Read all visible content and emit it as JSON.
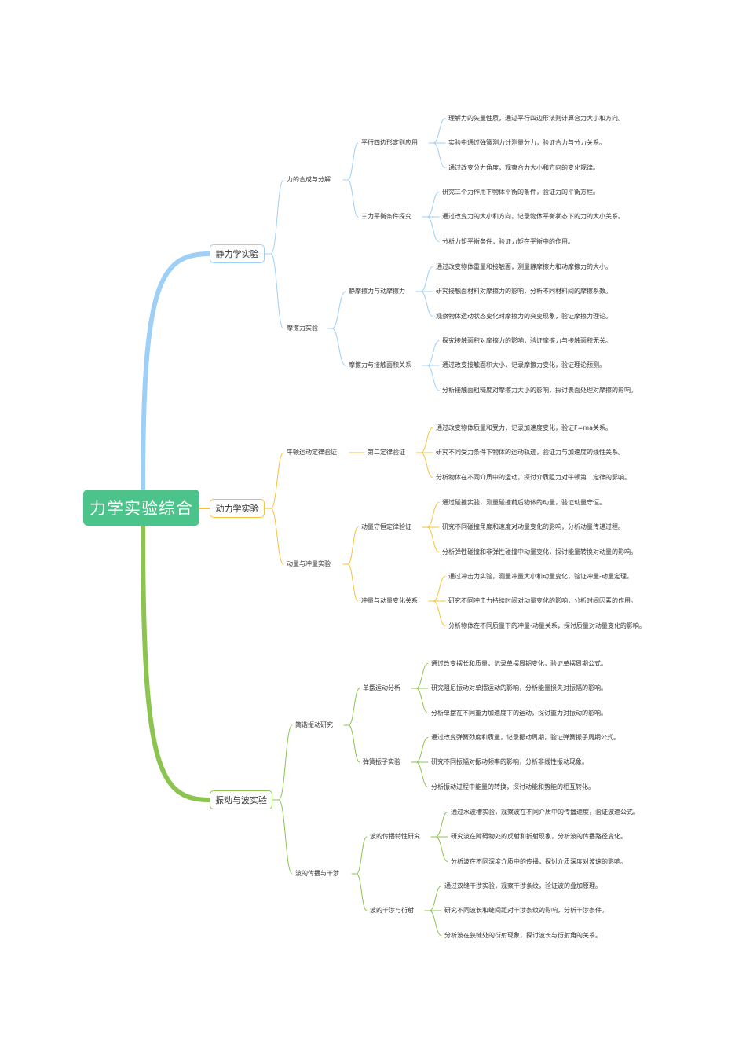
{
  "root": {
    "title": "力学实验综合"
  },
  "colors": {
    "root": "#4cc38a",
    "branch_blue": "#9ecff7",
    "branch_yellow": "#f7c23a",
    "branch_green": "#8cc450"
  },
  "branches": [
    {
      "label": "静力学实验",
      "color": "#9ecff7",
      "children": [
        {
          "label": "力的合成与分解",
          "children": [
            {
              "label": "平行四边形定则应用",
              "leaves": [
                "理解力的矢量性质，通过平行四边形法则计算合力大小和方向。",
                "实验中通过弹簧测力计测量分力，验证合力与分力关系。",
                "通过改变分力角度，观察合力大小和方向的变化规律。"
              ]
            },
            {
              "label": "三力平衡条件探究",
              "leaves": [
                "研究三个力作用下物体平衡的条件，验证力的平衡方程。",
                "通过改变力的大小和方向，记录物体平衡状态下的力的大小关系。",
                "分析力矩平衡条件，验证力矩在平衡中的作用。"
              ]
            }
          ]
        },
        {
          "label": "摩擦力实验",
          "children": [
            {
              "label": "静摩擦力与动摩擦力",
              "leaves": [
                "通过改变物体重量和接触面，测量静摩擦力和动摩擦力的大小。",
                "研究接触面材料对摩擦力的影响，分析不同材料间的摩擦系数。",
                "观察物体运动状态变化时摩擦力的突变现象，验证摩擦力理论。"
              ]
            },
            {
              "label": "摩擦力与接触面积关系",
              "leaves": [
                "探究接触面积对摩擦力的影响，验证摩擦力与接触面积无关。",
                "通过改变接触面积大小，记录摩擦力变化，验证理论预测。",
                "分析接触面粗糙度对摩擦力大小的影响，探讨表面处理对摩擦的影响。"
              ]
            }
          ]
        }
      ]
    },
    {
      "label": "动力学实验",
      "color": "#f7c23a",
      "children": [
        {
          "label": "牛顿运动定律验证",
          "children": [
            {
              "label": "第二定律验证",
              "leaves": [
                "通过改变物体质量和受力，记录加速度变化，验证F=ma关系。",
                "研究不同受力条件下物体的运动轨迹，验证力与加速度的线性关系。",
                "分析物体在不同介质中的运动，探讨介质阻力对牛顿第二定律的影响。"
              ]
            }
          ]
        },
        {
          "label": "动量与冲量实验",
          "children": [
            {
              "label": "动量守恒定律验证",
              "leaves": [
                "通过碰撞实验，测量碰撞前后物体的动量，验证动量守恒。",
                "研究不同碰撞角度和速度对动量变化的影响，分析动量传递过程。",
                "分析弹性碰撞和非弹性碰撞中动量变化，探讨能量转换对动量的影响。"
              ]
            },
            {
              "label": "冲量与动量变化关系",
              "leaves": [
                "通过冲击力实验，测量冲量大小和动量变化，验证冲量-动量定理。",
                "研究不同冲击力持续时间对动量变化的影响，分析时间因素的作用。",
                "分析物体在不同质量下的冲量-动量关系，探讨质量对动量变化的影响。"
              ]
            }
          ]
        }
      ]
    },
    {
      "label": "振动与波实验",
      "color": "#8cc450",
      "children": [
        {
          "label": "简谐振动研究",
          "children": [
            {
              "label": "单摆运动分析",
              "leaves": [
                "通过改变摆长和质量，记录单摆周期变化，验证单摆周期公式。",
                "研究阻尼振动对单摆运动的影响，分析能量损失对振幅的影响。",
                "分析单摆在不同重力加速度下的运动，探讨重力对振动的影响。"
              ]
            },
            {
              "label": "弹簧振子实验",
              "leaves": [
                "通过改变弹簧劲度和质量，记录振动周期，验证弹簧振子周期公式。",
                "研究不同振幅对振动频率的影响，分析非线性振动现象。",
                "分析振动过程中能量的转换，探讨动能和势能的相互转化。"
              ]
            }
          ]
        },
        {
          "label": "波的传播与干涉",
          "children": [
            {
              "label": "波的传播特性研究",
              "leaves": [
                "通过水波槽实验，观察波在不同介质中的传播速度，验证波速公式。",
                "研究波在障碍物处的反射和折射现象，分析波的传播路径变化。",
                "分析波在不同深度介质中的传播，探讨介质深度对波速的影响。"
              ]
            },
            {
              "label": "波的干涉与衍射",
              "leaves": [
                "通过双缝干涉实验，观察干涉条纹，验证波的叠加原理。",
                "研究不同波长和缝间距对干涉条纹的影响，分析干涉条件。",
                "分析波在狭缝处的衍射现象，探讨波长与衍射角的关系。"
              ]
            }
          ]
        }
      ]
    }
  ]
}
